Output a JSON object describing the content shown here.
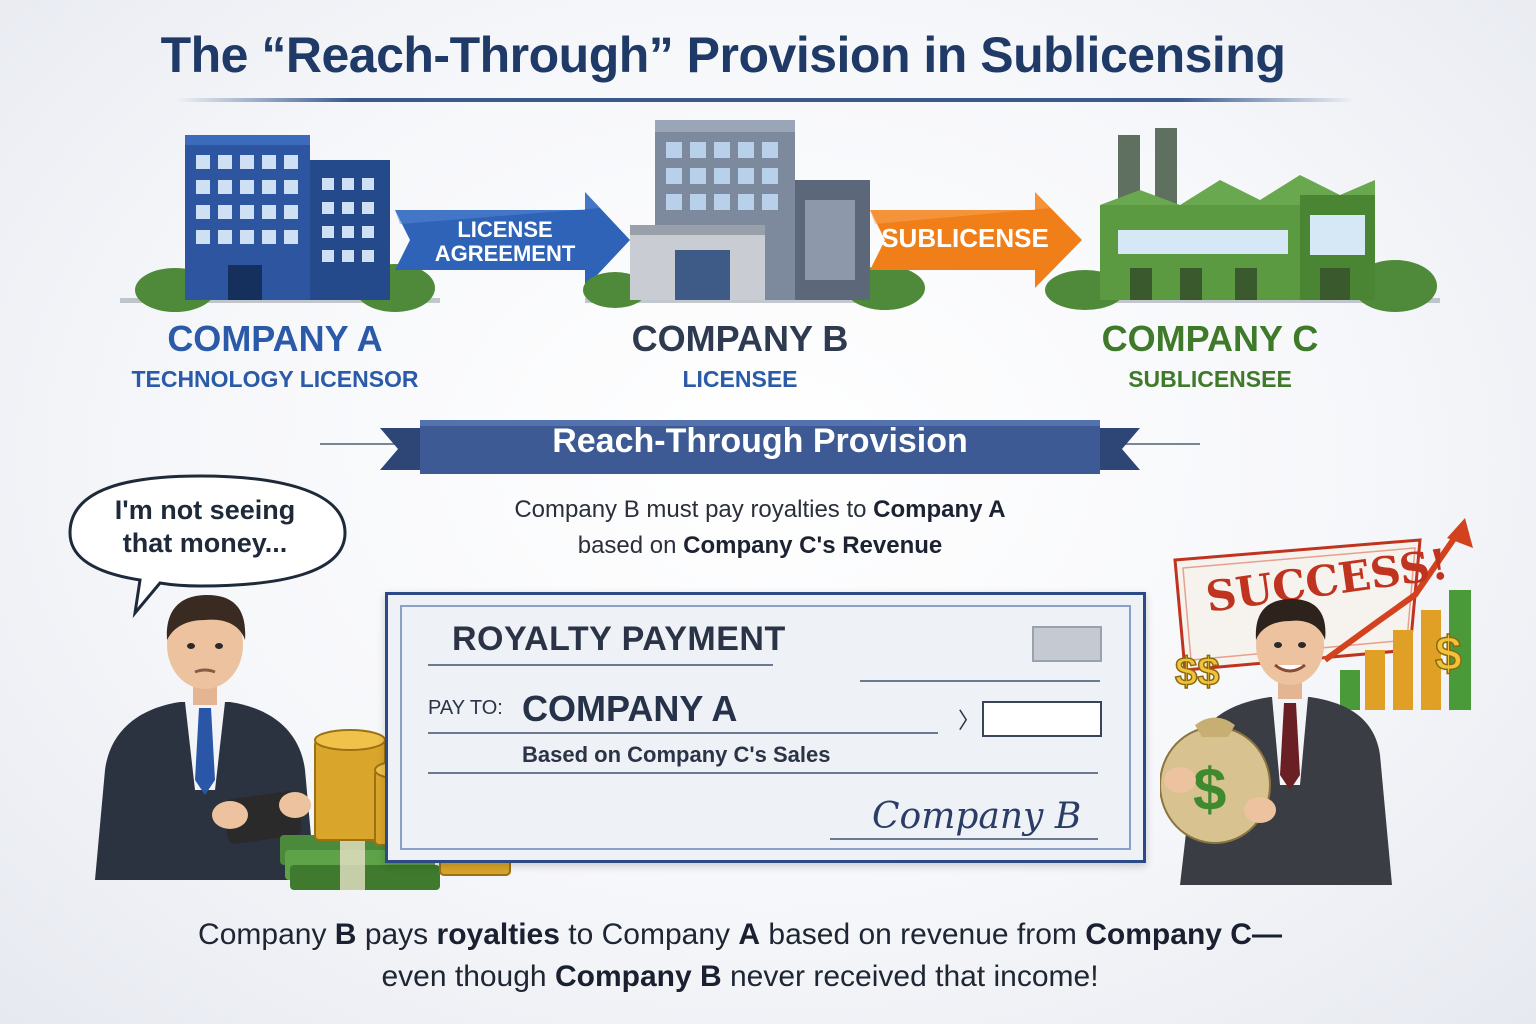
{
  "title": "The “Reach-Through” Provision in Sublicensing",
  "companies": [
    {
      "name": "COMPANY A",
      "role": "TECHNOLOGY LICENSOR",
      "color": "#2a5aa8"
    },
    {
      "name": "COMPANY B",
      "role": "LICENSEE",
      "color": "#2d3a4f"
    },
    {
      "name": "COMPANY C",
      "role": "SUBLICENSEE",
      "color": "#3f7a2a"
    }
  ],
  "arrows": {
    "license_line1": "LICENSE",
    "license_line2": "AGREEMENT",
    "sublicense": "SUBLICENSE"
  },
  "banner": "Reach-Through Provision",
  "provision": {
    "line1_plain": "Company B must pay royalties to",
    "line1_bold": "Company  A",
    "line2_plain": "based on",
    "line2_bold": "Company C's Revenue"
  },
  "speech": {
    "line1": "I'm not seeing",
    "line2": "that money..."
  },
  "check": {
    "title": "ROYALTY PAYMENT",
    "pay_to_label": "PAY TO:",
    "payee": "COMPANY  A",
    "memo": "Based on Company C's Sales",
    "signature": "Company B"
  },
  "success_sign": "SUCCESS!",
  "footer": {
    "l1_a": "Company",
    "l1_b": "B",
    "l1_c": "pays",
    "l1_d": "royalties",
    "l1_e": "to Company",
    "l1_f": "A",
    "l1_g": "based on revenue from",
    "l1_h": "Company C—",
    "l2_a": "even though",
    "l2_b": "Company B",
    "l2_c": "never received that income!"
  },
  "colors": {
    "blue_arrow": "#2e63b8",
    "orange_arrow": "#f07f1a",
    "banner": "#3d5a94",
    "title": "#1f3a66"
  }
}
